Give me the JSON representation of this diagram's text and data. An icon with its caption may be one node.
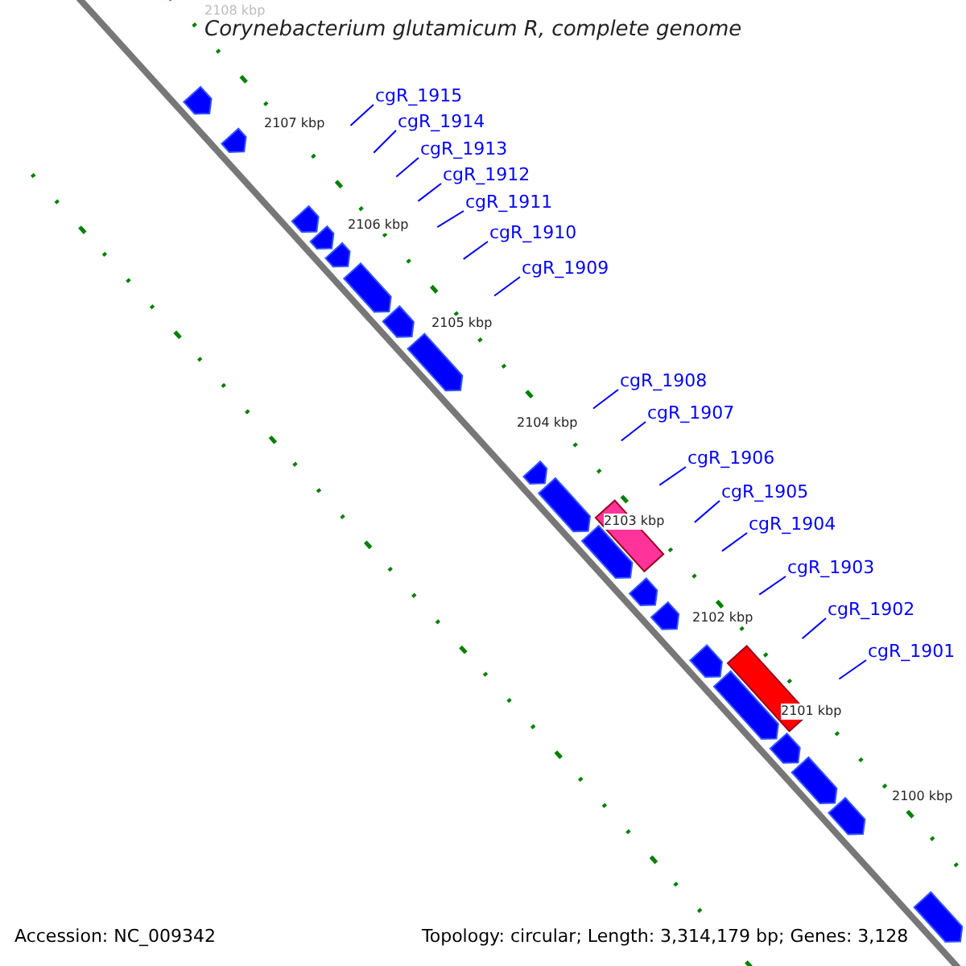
{
  "diagram": {
    "title": "Corynebacterium glutamicum R, complete genome",
    "nodes": [
      {
        "text": [
          "cgR_1915"
        ]
      },
      {
        "text": [
          "cgR_1914"
        ]
      },
      {
        "text": [
          "cgR_1913"
        ]
      },
      {
        "text": [
          "cgR_1912"
        ]
      },
      {
        "text": [
          "cgR_1911"
        ]
      },
      {
        "text": [
          "cgR_1910"
        ]
      },
      {
        "text": [
          "cgR_1909"
        ]
      },
      {
        "text": [
          "cgR_1908"
        ]
      },
      {
        "text": [
          "cgR_1907"
        ]
      },
      {
        "text": [
          "cgR_1906"
        ]
      },
      {
        "text": [
          "cgR_1905"
        ]
      },
      {
        "text": [
          "cgR_1904"
        ]
      },
      {
        "text": [
          "cgR_1903"
        ]
      },
      {
        "text": [
          "cgR_1902"
        ]
      },
      {
        "text": [
          "cgR_1901"
        ]
      }
    ],
    "edges": [
      {
        "from": 0,
        "to": null,
        "arrow": "none"
      },
      {
        "from": 1,
        "to": null,
        "arrow": "none"
      },
      {
        "from": 2,
        "to": null,
        "arrow": "none"
      },
      {
        "from": 3,
        "to": null,
        "arrow": "none"
      },
      {
        "from": 4,
        "to": null,
        "arrow": "none"
      },
      {
        "from": 5,
        "to": null,
        "arrow": "none"
      },
      {
        "from": 6,
        "to": null,
        "arrow": "none"
      },
      {
        "from": 7,
        "to": null,
        "arrow": "none"
      },
      {
        "from": 8,
        "to": null,
        "arrow": "none"
      },
      {
        "from": 9,
        "to": null,
        "arrow": "none"
      },
      {
        "from": 10,
        "to": null,
        "arrow": "none"
      },
      {
        "from": 11,
        "to": null,
        "arrow": "none"
      },
      {
        "from": 12,
        "to": null,
        "arrow": "none"
      },
      {
        "from": 13,
        "to": null,
        "arrow": "none"
      },
      {
        "from": 14,
        "to": null,
        "arrow": "none"
      }
    ],
    "labels": [
      "2108 kbp",
      "2107 kbp",
      "2106 kbp",
      "2105 kbp",
      "2104 kbp",
      "2103 kbp",
      "2102 kbp",
      "2101 kbp",
      "2100 kbp",
      "Accession: NC_009342",
      "Topology: circular; Length: 3,314,179 bp; Genes: 3,128"
    ]
  }
}
